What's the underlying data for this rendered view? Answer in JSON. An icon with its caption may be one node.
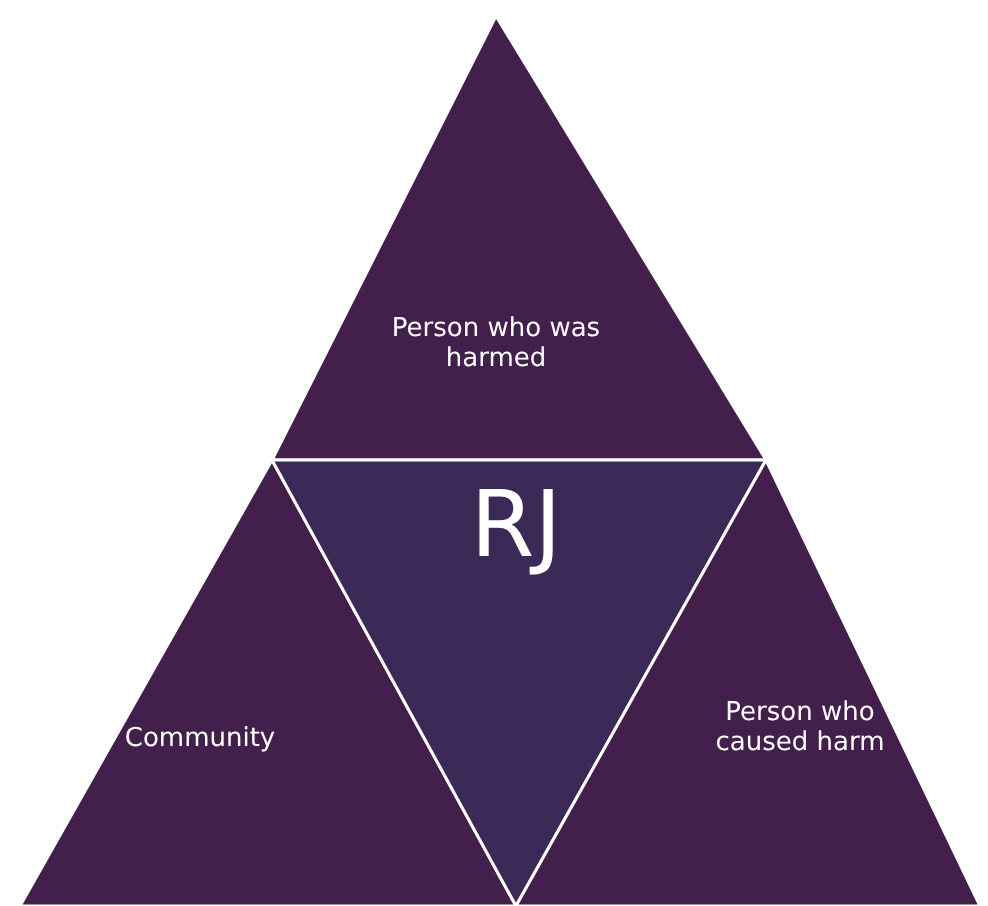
{
  "diagram": {
    "nodes": [
      {
        "text": [
          "Person who was harmed"
        ]
      },
      {
        "text": [
          "Community"
        ]
      },
      {
        "text": [
          "RJ"
        ]
      },
      {
        "text": [
          "Person who caused harm"
        ]
      }
    ]
  }
}
